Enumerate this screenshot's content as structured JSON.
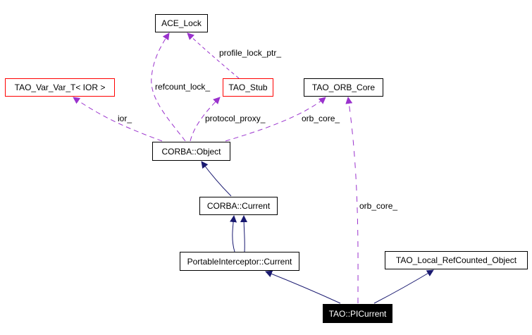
{
  "diagram": {
    "title": "TAO::PICurrent collaboration graph",
    "colors": {
      "inheritance_edge": "#191970",
      "usage_edge": "#9a32cd",
      "link_border": "#ff0000",
      "plain_border": "#000000",
      "focus_fill": "#000000",
      "focus_text": "#ffffff"
    },
    "nodes": [
      {
        "id": "ace_lock",
        "label": "ACE_Lock",
        "style": "plain"
      },
      {
        "id": "tao_var_var",
        "label": "TAO_Var_Var_T< IOR >",
        "style": "link"
      },
      {
        "id": "tao_stub",
        "label": "TAO_Stub",
        "style": "link"
      },
      {
        "id": "tao_orb_core",
        "label": "TAO_ORB_Core",
        "style": "plain"
      },
      {
        "id": "corba_object",
        "label": "CORBA::Object",
        "style": "plain"
      },
      {
        "id": "corba_current",
        "label": "CORBA::Current",
        "style": "plain"
      },
      {
        "id": "pi_current",
        "label": "PortableInterceptor::Current",
        "style": "plain"
      },
      {
        "id": "tao_local_refcounted",
        "label": "TAO_Local_RefCounted_Object",
        "style": "plain"
      },
      {
        "id": "tao_picurrent",
        "label": "TAO::PICurrent",
        "style": "focus"
      }
    ],
    "edges": [
      {
        "from": "tao_stub",
        "to": "ace_lock",
        "type": "usage",
        "label": "profile_lock_ptr_"
      },
      {
        "from": "corba_object",
        "to": "ace_lock",
        "type": "usage",
        "label": "refcount_lock_"
      },
      {
        "from": "corba_object",
        "to": "tao_var_var",
        "type": "usage",
        "label": "ior_"
      },
      {
        "from": "corba_object",
        "to": "tao_stub",
        "type": "usage",
        "label": "protocol_proxy_"
      },
      {
        "from": "corba_object",
        "to": "tao_orb_core",
        "type": "usage",
        "label": "orb_core_"
      },
      {
        "from": "corba_current",
        "to": "corba_object",
        "type": "inheritance",
        "label": ""
      },
      {
        "from": "pi_current",
        "to": "corba_current",
        "type": "inheritance",
        "label": ""
      },
      {
        "from": "pi_current",
        "to": "corba_current",
        "type": "inheritance",
        "label": ""
      },
      {
        "from": "tao_picurrent",
        "to": "pi_current",
        "type": "inheritance",
        "label": ""
      },
      {
        "from": "tao_picurrent",
        "to": "tao_local_refcounted",
        "type": "inheritance",
        "label": ""
      },
      {
        "from": "tao_picurrent",
        "to": "tao_orb_core",
        "type": "usage",
        "label": "orb_core_"
      }
    ]
  }
}
